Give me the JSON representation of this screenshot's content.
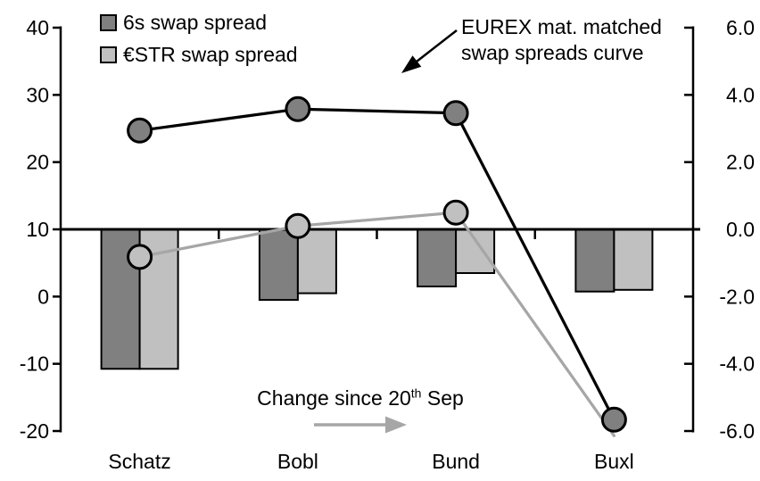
{
  "colors": {
    "dark_gray": "#808080",
    "light_gray": "#C0C0C0",
    "line_black": "#000000",
    "line_gray": "#A6A6A6",
    "axis_black": "#000000"
  },
  "legend": {
    "items": [
      {
        "label": "6s swap spread",
        "swatch": "dark"
      },
      {
        "label": "€STR swap spread",
        "swatch": "light"
      }
    ]
  },
  "annotations": {
    "curve_label": {
      "line1": "EUREX mat. matched",
      "line2": "swap spreads curve"
    },
    "change_label": {
      "prefix": "Change since 20",
      "superscript": "th",
      "suffix": " Sep"
    }
  },
  "chart_data": {
    "type": "combo bar+line, dual axis",
    "categories": [
      "Schatz",
      "Bobl",
      "Bund",
      "Buxl"
    ],
    "left_axis": {
      "ticks": [
        40,
        30,
        20,
        10,
        0,
        -10,
        -20
      ],
      "range": [
        -20,
        40
      ]
    },
    "right_axis": {
      "tick_labels": [
        "6.0",
        "4.0",
        "2.0",
        "0.0",
        "-2.0",
        "-4.0",
        "-6.0"
      ],
      "range": [
        -6,
        6
      ]
    },
    "baseline_left_value": 10,
    "grid": false,
    "legend_position": "top-left",
    "series": [
      {
        "name": "6s swap spread curve (EUREX mat. matched)",
        "type": "line",
        "axis": "left",
        "stroke": "line_black",
        "marker_fill": "dark_gray",
        "values": [
          24.7,
          27.9,
          27.3,
          -18.3
        ],
        "markers_shown": [
          true,
          true,
          true,
          true
        ]
      },
      {
        "name": "€STR swap spread curve (EUREX mat. matched)",
        "type": "line",
        "axis": "left",
        "stroke": "line_gray",
        "marker_fill": "light_gray",
        "values": [
          5.9,
          10.5,
          12.5,
          -20.7
        ],
        "markers_shown": [
          true,
          true,
          true,
          false
        ]
      },
      {
        "name": "6s swap spread change since 20th Sep",
        "type": "bar",
        "axis": "right",
        "fill": "dark_gray",
        "values": [
          -4.15,
          -2.1,
          -1.7,
          -1.85
        ]
      },
      {
        "name": "€STR swap spread change since 20th Sep",
        "type": "bar",
        "axis": "right",
        "fill": "light_gray",
        "values": [
          -4.15,
          -1.9,
          -1.3,
          -1.8
        ]
      }
    ]
  }
}
